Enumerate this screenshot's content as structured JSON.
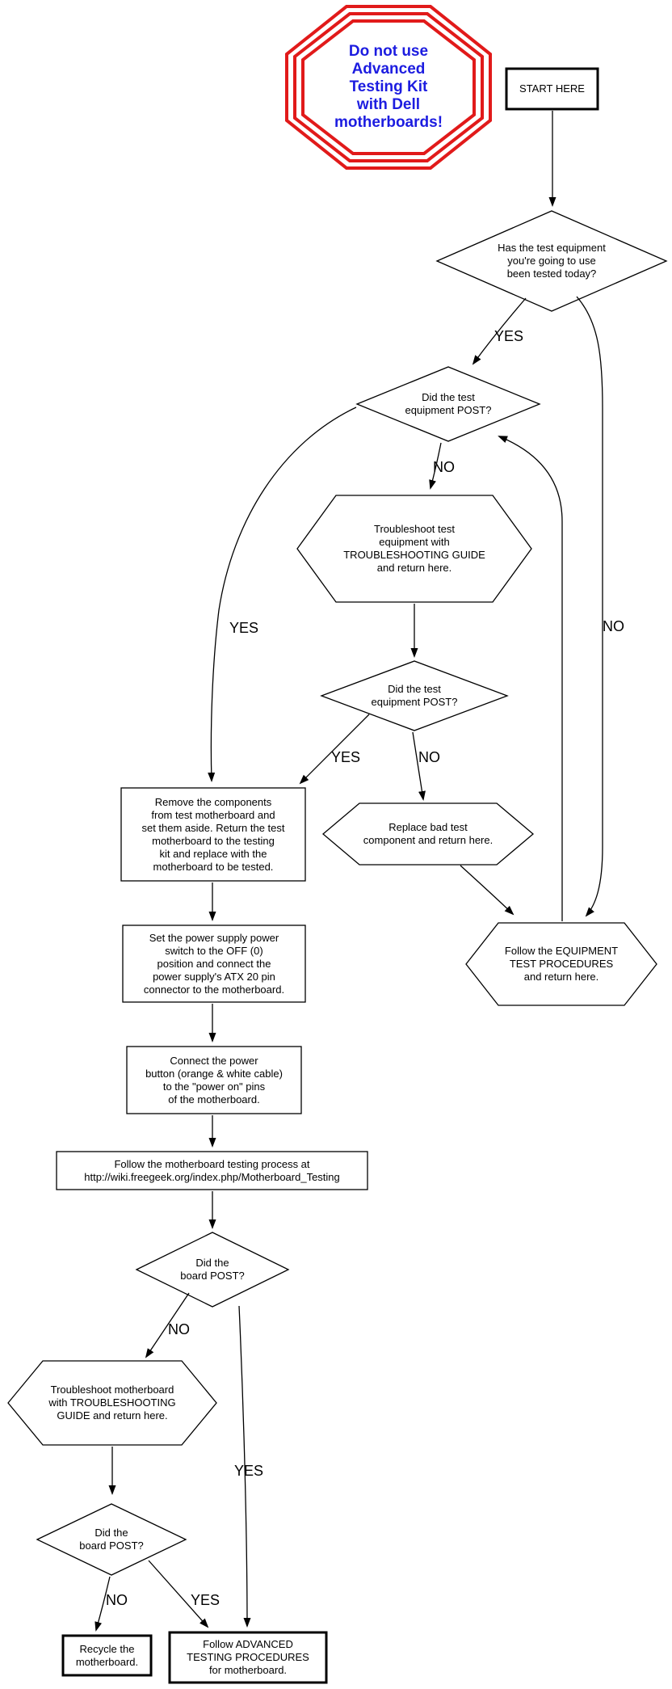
{
  "diagram": {
    "warning_sign": {
      "text": "Do not use\nAdvanced\nTesting Kit\nwith Dell\nmotherboards!"
    },
    "nodes": {
      "start": "START HERE",
      "q_tested_today": "Has the test equipment\nyou're going to use\nbeen tested today?",
      "q_equipment_post_1": "Did the test\nequipment POST?",
      "troubleshoot_equipment": "Troubleshoot test\nequipment with\nTROUBLESHOOTING GUIDE\nand return here.",
      "q_equipment_post_2": "Did the test\nequipment POST?",
      "replace_component": "Replace bad test\ncomponent and return here.",
      "equipment_test_procedures": "Follow the EQUIPMENT\nTEST PROCEDURES\nand return here.",
      "remove_components": "Remove the components\nfrom test motherboard and\nset them aside. Return the test\nmotherboard to the testing\nkit and replace with the\nmotherboard to be tested.",
      "set_power_supply": "Set the power supply power\nswitch to the OFF (0)\nposition and connect the\npower supply's ATX 20 pin\nconnector to the motherboard.",
      "connect_power_button": "Connect the power\nbutton (orange & white cable)\nto the \"power on\" pins\nof the motherboard.",
      "follow_testing_process": "Follow the motherboard testing process at\nhttp://wiki.freegeek.org/index.php/Motherboard_Testing",
      "q_board_post_1": "Did the\nboard POST?",
      "troubleshoot_motherboard": "Troubleshoot motherboard\nwith TROUBLESHOOTING\nGUIDE and return here.",
      "q_board_post_2": "Did the\nboard POST?",
      "recycle_motherboard": "Recycle the\nmotherboard.",
      "advanced_testing": "Follow ADVANCED\nTESTING PROCEDURES\nfor motherboard."
    },
    "edge_labels": {
      "tested_today_yes": "YES",
      "tested_today_no": "NO",
      "equipment_post1_yes": "YES",
      "equipment_post1_no": "NO",
      "equipment_post2_yes": "YES",
      "equipment_post2_no": "NO",
      "board_post1_yes": "YES",
      "board_post1_no": "NO",
      "board_post2_yes": "YES",
      "board_post2_no": "NO"
    },
    "colors": {
      "stop_sign_red": "#e11a1a",
      "warning_text_blue": "#1c1ce0",
      "line_black": "#000000",
      "background": "#ffffff"
    }
  }
}
